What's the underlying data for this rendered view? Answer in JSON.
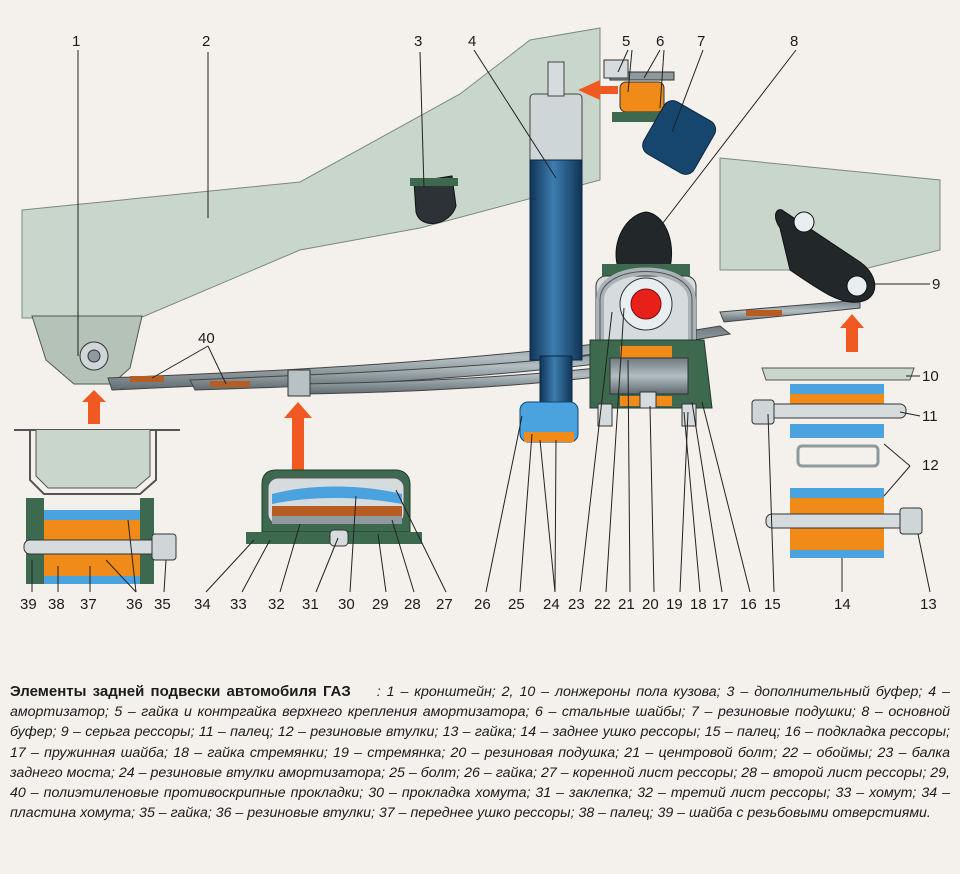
{
  "callouts": [
    "1",
    "2",
    "3",
    "4",
    "5",
    "6",
    "7",
    "8",
    "9",
    "10",
    "11",
    "12",
    "13",
    "14",
    "15",
    "16",
    "17",
    "18",
    "19",
    "20",
    "21",
    "22",
    "23",
    "24",
    "25",
    "26",
    "27",
    "28",
    "29",
    "30",
    "31",
    "32",
    "33",
    "34",
    "35",
    "36",
    "37",
    "38",
    "39",
    "40"
  ],
  "caption": {
    "title": "Элементы задней подвески автомобиля ГАЗ",
    "body": ": 1 – кронштейн; 2, 10 – лонжероны пола кузова; 3 – дополнительный буфер; 4 – амортизатор; 5 – гайка и контргайка верхнего крепления амортизатора; 6 – стальные шайбы; 7 – резиновые подушки; 8 – основной буфер; 9 – серьга рессоры; 11 – палец; 12 – резиновые втулки; 13 – гайка; 14 – заднее ушко рессоры; 15 – палец; 16 – подкладка рессоры; 17 – пружинная шайба; 18 – гайка стремянки; 19 – стремянка; 20 – резиновая подушка; 21 – центровой болт; 22 – обоймы; 23 – балка заднего моста; 24 – резиновые втулки амортизатора; 25 – болт; 26 – гайка; 27 – коренной лист рессоры; 28 – второй лист рессоры; 29, 40 – полиэтиленовые противоскрипные прокладки; 30 – прокладка хомута; 31 – заклепка; 32 – третий лист рессоры; 33 – хомут; 34 – пластина хомута; 35 – гайка; 36 – резиновые втулки; 37 – переднее ушко рессоры; 38 – палец; 39 – шайба с резьбовыми отверстиями."
  },
  "colors": {
    "body_panel": "#c9d6cc",
    "shock_absorber": "#1f4f7a",
    "rubber": "#f08a18",
    "bushing_blue": "#4aa3de",
    "bracket_green": "#3d6a4e",
    "arrow": "#f05a22",
    "steel": "#8e9a9e"
  }
}
